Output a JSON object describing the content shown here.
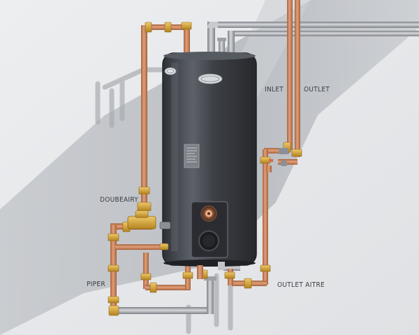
{
  "labels": {
    "inlet": "INLET",
    "outlet": "OUTLET",
    "doubeairy": "DOUBEAIRY",
    "piper": "PIPER",
    "outlet_aitre": "OUTLET AITRE"
  },
  "colors": {
    "background": "#e6e7e9",
    "wall_shadow": "#b9bcc1",
    "tank_body": "#3b3e44",
    "tank_highlight": "#5b5f66",
    "copper": "#c47f56",
    "copper_light": "#e2a57f",
    "brass": "#d2a13b",
    "gray_pipe": "#8e9298",
    "gray_pipe_light": "#c3c6ca"
  },
  "icons": {
    "brand_logo": "brand-logo-icon",
    "small_logo": "small-logo-icon",
    "rating_plate": "rating-plate-icon",
    "thermostat_dial": "thermostat-dial-icon",
    "access_port": "access-port-icon",
    "valve": "valve-icon"
  }
}
